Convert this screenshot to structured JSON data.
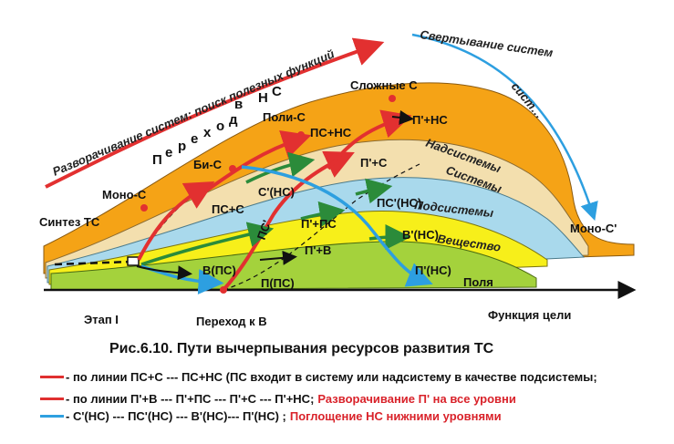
{
  "diagram": {
    "top_red_arrow": "Разворачивание систем: поиск полезных функций",
    "top_blue_arrow": "Свертывание систем",
    "transition_ns": "Переход в НС",
    "transition_ns_letters": [
      "П",
      "е",
      "р",
      "е",
      "х",
      "о",
      "д"
    ],
    "transition_ns_tail": [
      "в",
      "Н",
      "С"
    ],
    "labels": {
      "slozhnye": "Сложные С",
      "poli": "Поли-С",
      "bi": "Би-С",
      "mono": "Моно-С",
      "mono_prime": "Моно-С'",
      "sintez": "Синтез ТС",
      "etap": "Этап I",
      "perehod_v": "Переход к В",
      "funkciya": "Функция цели",
      "ps_ns": "ПС+НС",
      "pns": "П'+НС",
      "ps_c": "ПС+С",
      "pc": "П'+С",
      "c_ns": "С'(НС)",
      "ps_ns2": "ПС'(НС)",
      "pps": "П'+ПС",
      "pv": "П'+В",
      "v_ns": "В'(НС)",
      "b_ps": "В(ПС)",
      "p_ps": "П(ПС)",
      "p_ns": "П'(НС)",
      "ps_small": "ПС'"
    },
    "layers": {
      "nadsistema": "Надсистемы",
      "sistema": "Системы",
      "podsistema": "Подсистемы",
      "veshchestvo": "Вещество",
      "pole": "Поля"
    }
  },
  "caption": "Рис.6.10. Пути вычерпывания ресурсов развития ТС",
  "legend": [
    {
      "color": "#e03030",
      "text": "- по линии ПС+С --- ПС+НС (ПС входит в систему или надсистему в качестве подсистемы;",
      "note": ""
    },
    {
      "color": "#e03030",
      "text": "- по линии П'+В --- П'+ПС --- П'+С --- П'+НС;",
      "note": "Разворачивание П' на все уровни"
    },
    {
      "color": "#2ea0e0",
      "text": "- С'(НС) --- ПС'(НС) --- В'(НС)--- П'(НС) ;",
      "note": "Поглощение НС нижними уровнями"
    }
  ],
  "colors": {
    "orange": "#f5a316",
    "beige": "#f3dfae",
    "lightblue": "#a9d9ec",
    "yellow": "#f7ef1a",
    "green": "#a4d23c",
    "red": "#e23030",
    "blue": "#2d9fe0",
    "darkgreen": "#2b8b3a"
  }
}
